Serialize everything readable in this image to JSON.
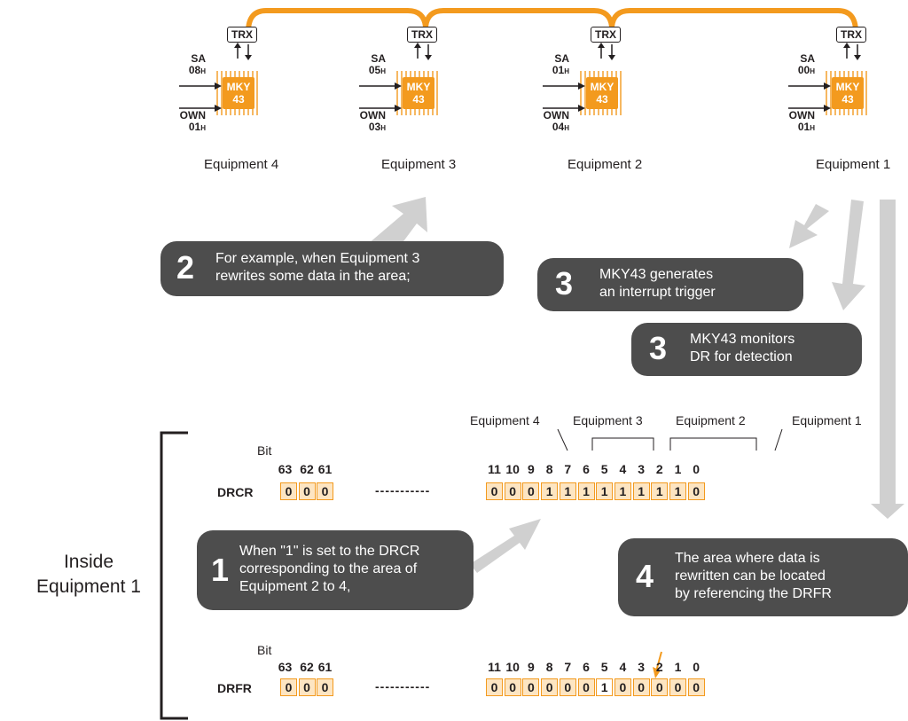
{
  "equipment": [
    {
      "name": "Equipment 4",
      "sa_label": "SA",
      "sa_value": "08",
      "own_label": "OWN",
      "own_value": "01",
      "sub": "H",
      "trx": "TRX",
      "chip": "MKY",
      "chip_num": "43"
    },
    {
      "name": "Equipment 3",
      "sa_label": "SA",
      "sa_value": "05",
      "own_label": "OWN",
      "own_value": "03",
      "sub": "H",
      "trx": "TRX",
      "chip": "MKY",
      "chip_num": "43"
    },
    {
      "name": "Equipment 2",
      "sa_label": "SA",
      "sa_value": "01",
      "own_label": "OWN",
      "own_value": "04",
      "sub": "H",
      "trx": "TRX",
      "chip": "MKY",
      "chip_num": "43"
    },
    {
      "name": "Equipment 1",
      "sa_label": "SA",
      "sa_value": "00",
      "own_label": "OWN",
      "own_value": "01",
      "sub": "H",
      "trx": "TRX",
      "chip": "MKY",
      "chip_num": "43"
    }
  ],
  "callouts": {
    "c2": {
      "num": "2",
      "text": "For example, when Equipment 3\nrewrites some data in the area;"
    },
    "c3a": {
      "num": "3",
      "text": "MKY43 generates\nan interrupt trigger"
    },
    "c3b": {
      "num": "3",
      "text": "MKY43 monitors\nDR for detection"
    },
    "c1": {
      "num": "1",
      "text": "When \"1\" is set to the DRCR\ncorresponding to the area of\nEquipment 2 to 4,"
    },
    "c4": {
      "num": "4",
      "text": "The area where data is\nrewritten can be located\nby referencing the DRFR"
    }
  },
  "inside_label": "Inside\nEquipment 1",
  "register_groups": {
    "eq4": "Equipment 4",
    "eq3": "Equipment 3",
    "eq2": "Equipment 2",
    "eq1": "Equipment 1"
  },
  "registers": {
    "bit_label": "Bit",
    "dots": "-----------",
    "high_bits": [
      "63",
      "62",
      "61"
    ],
    "low_bits": [
      "11",
      "10",
      "9",
      "8",
      "7",
      "6",
      "5",
      "4",
      "3",
      "2",
      "1",
      "0"
    ],
    "drcr": {
      "name": "DRCR",
      "high": [
        "0",
        "0",
        "0"
      ],
      "low": [
        "0",
        "0",
        "0",
        "1",
        "1",
        "1",
        "1",
        "1",
        "1",
        "1",
        "1",
        "0"
      ]
    },
    "drfr": {
      "name": "DRFR",
      "high": [
        "0",
        "0",
        "0"
      ],
      "low": [
        "0",
        "0",
        "0",
        "0",
        "0",
        "0",
        "1",
        "0",
        "0",
        "0",
        "0",
        "0"
      ]
    }
  },
  "colors": {
    "orange": "#f39a1e",
    "cell": "#fde5c2",
    "bubble": "#4d4d4d",
    "arrow": "#d0d0d0"
  }
}
